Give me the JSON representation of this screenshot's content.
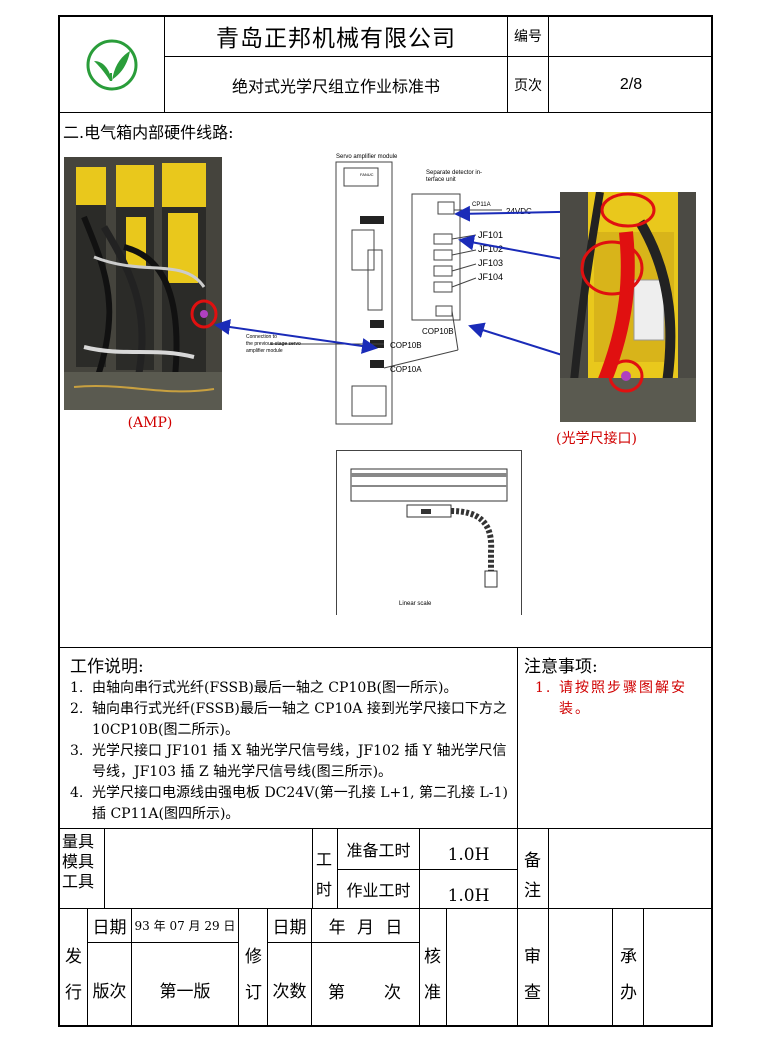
{
  "header": {
    "company": "青岛正邦机械有限公司",
    "doc_title": "绝对式光学尺组立作业标准书",
    "number_label": "编号",
    "number_value": "",
    "page_label": "页次",
    "page_value": "2/8"
  },
  "section": {
    "heading": "二.电气箱内部硬件线路:",
    "amp_caption": "(AMP)",
    "scale_caption": "(光学尺接口)",
    "diagram": {
      "servo_module": "Servo amplifier module",
      "detector_unit_1": "Separate detector in-",
      "detector_unit_2": "terface unit",
      "cp11a": "CP11A",
      "vdc": "24VDC",
      "jf101": "JF101",
      "jf102": "JF102",
      "jf103": "JF103",
      "jf104": "JF104",
      "cop10b_1": "COP10B",
      "cop10b_2": "COP10B",
      "cop10a": "COP10A",
      "connection_1": "Connection to",
      "connection_2": "the previous-stage servo",
      "connection_3": "amplifier module",
      "linear_scale": "Linear scale",
      "fanuc": "FANUC"
    }
  },
  "work": {
    "title": "工作说明:",
    "items": [
      {
        "num": "1.",
        "text": "由轴向串行式光纤(FSSB)最后一轴之 CP10B(图一所示)。"
      },
      {
        "num": "2.",
        "text": "轴向串行式光纤(FSSB)最后一轴之 CP10A 接到光学尺接口下方之 10CP10B(图二所示)。"
      },
      {
        "num": "3.",
        "text": "光学尺接口 JF101 插 X 轴光学尺信号线，JF102 插 Y 轴光学尺信号线，JF103 插 Z 轴光学尺信号线(图三所示)。"
      },
      {
        "num": "4.",
        "text": "光学尺接口电源线由强电板 DC24V(第一孔接 L+1, 第二孔接 L-1)插 CP11A(图四所示)。"
      }
    ]
  },
  "notes": {
    "title": "注意事项:",
    "items": [
      {
        "num": "1.",
        "text": "请按照步骤图解安装。"
      }
    ]
  },
  "tools": {
    "label_1": "量具",
    "label_2": "模具",
    "label_3": "工具",
    "value": "",
    "gong": "工",
    "shi": "时",
    "prep_label": "准备工时",
    "prep_value": "1.0H",
    "work_label": "作业工时",
    "work_value": "1.0H",
    "bei": "备",
    "zhu": "注",
    "remarks": ""
  },
  "footer": {
    "fa": "发",
    "xing": "行",
    "date_label": "日期",
    "date_value": "93 年 07 月 29 日",
    "version_label": "版次",
    "version_value": "第一版",
    "xiu": "修",
    "ding": "订",
    "rev_date_label": "日期",
    "rev_date_value": "年 月 日",
    "rev_count_label": "次数",
    "rev_count_prefix": "第",
    "rev_count_suffix": "次",
    "he": "核",
    "zhun": "准",
    "shen": "审",
    "cha": "查",
    "cheng": "承",
    "ban": "办"
  },
  "colors": {
    "logo_green": "#2a9d3a",
    "arrow_blue": "#1a2bb8",
    "highlight_red": "#e01010",
    "fanuc_yellow": "#e9c81c",
    "caption_red": "#d00000"
  }
}
